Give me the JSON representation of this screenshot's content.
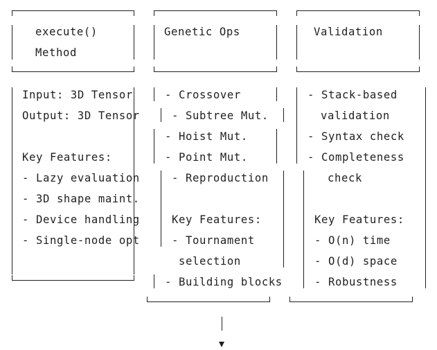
{
  "boxes": [
    {
      "id": "execute",
      "header": [
        "execute()",
        "Method"
      ],
      "lines": [
        "Input: 3D Tensor",
        "Output: 3D Tensor",
        "",
        "Key Features:",
        "- Lazy evaluation",
        "- 3D shape maint.",
        "- Device handling",
        "- Single-node opt"
      ]
    },
    {
      "id": "genetic-ops",
      "header": [
        "Genetic Ops"
      ],
      "lines": [
        "- Crossover",
        "- Subtree Mut.",
        "- Hoist Mut.",
        "- Point Mut.",
        "- Reproduction",
        "",
        "Key Features:",
        "- Tournament",
        "selection",
        "- Building blocks"
      ]
    },
    {
      "id": "validation",
      "header": [
        "Validation"
      ],
      "lines": [
        "- Stack-based",
        "validation",
        "- Syntax check",
        "- Completeness",
        "check",
        "",
        "Key Features:",
        "- O(n) time",
        "- O(d) space",
        "- Robustness"
      ]
    }
  ]
}
